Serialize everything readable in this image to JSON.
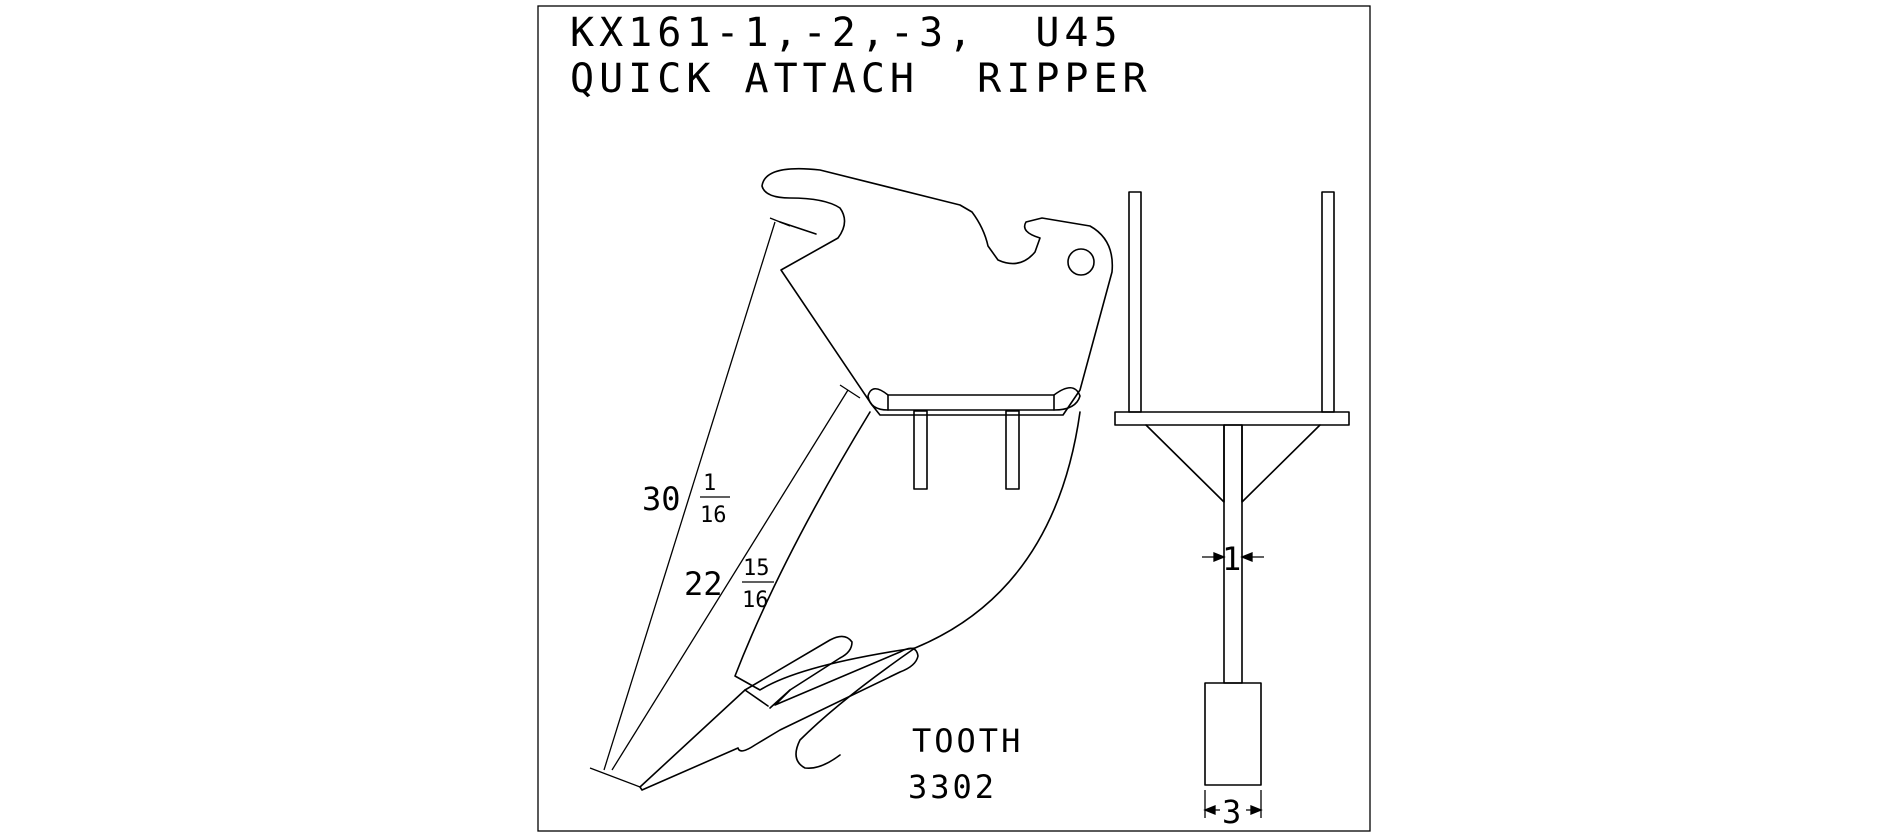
{
  "title": {
    "line1": "KX161-1,-2,-3,  U45",
    "line2": "QUICK ATTACH  RIPPER"
  },
  "dimensions": {
    "overall_whole": "30",
    "overall_num": "1",
    "overall_den": "16",
    "shank_whole": "22",
    "shank_num": "15",
    "shank_den": "16",
    "shank_thickness": "1",
    "tooth_width": "3"
  },
  "tooth": {
    "label": "TOOTH",
    "number": "3302"
  },
  "colors": {
    "line": "#000000",
    "background": "#ffffff"
  }
}
